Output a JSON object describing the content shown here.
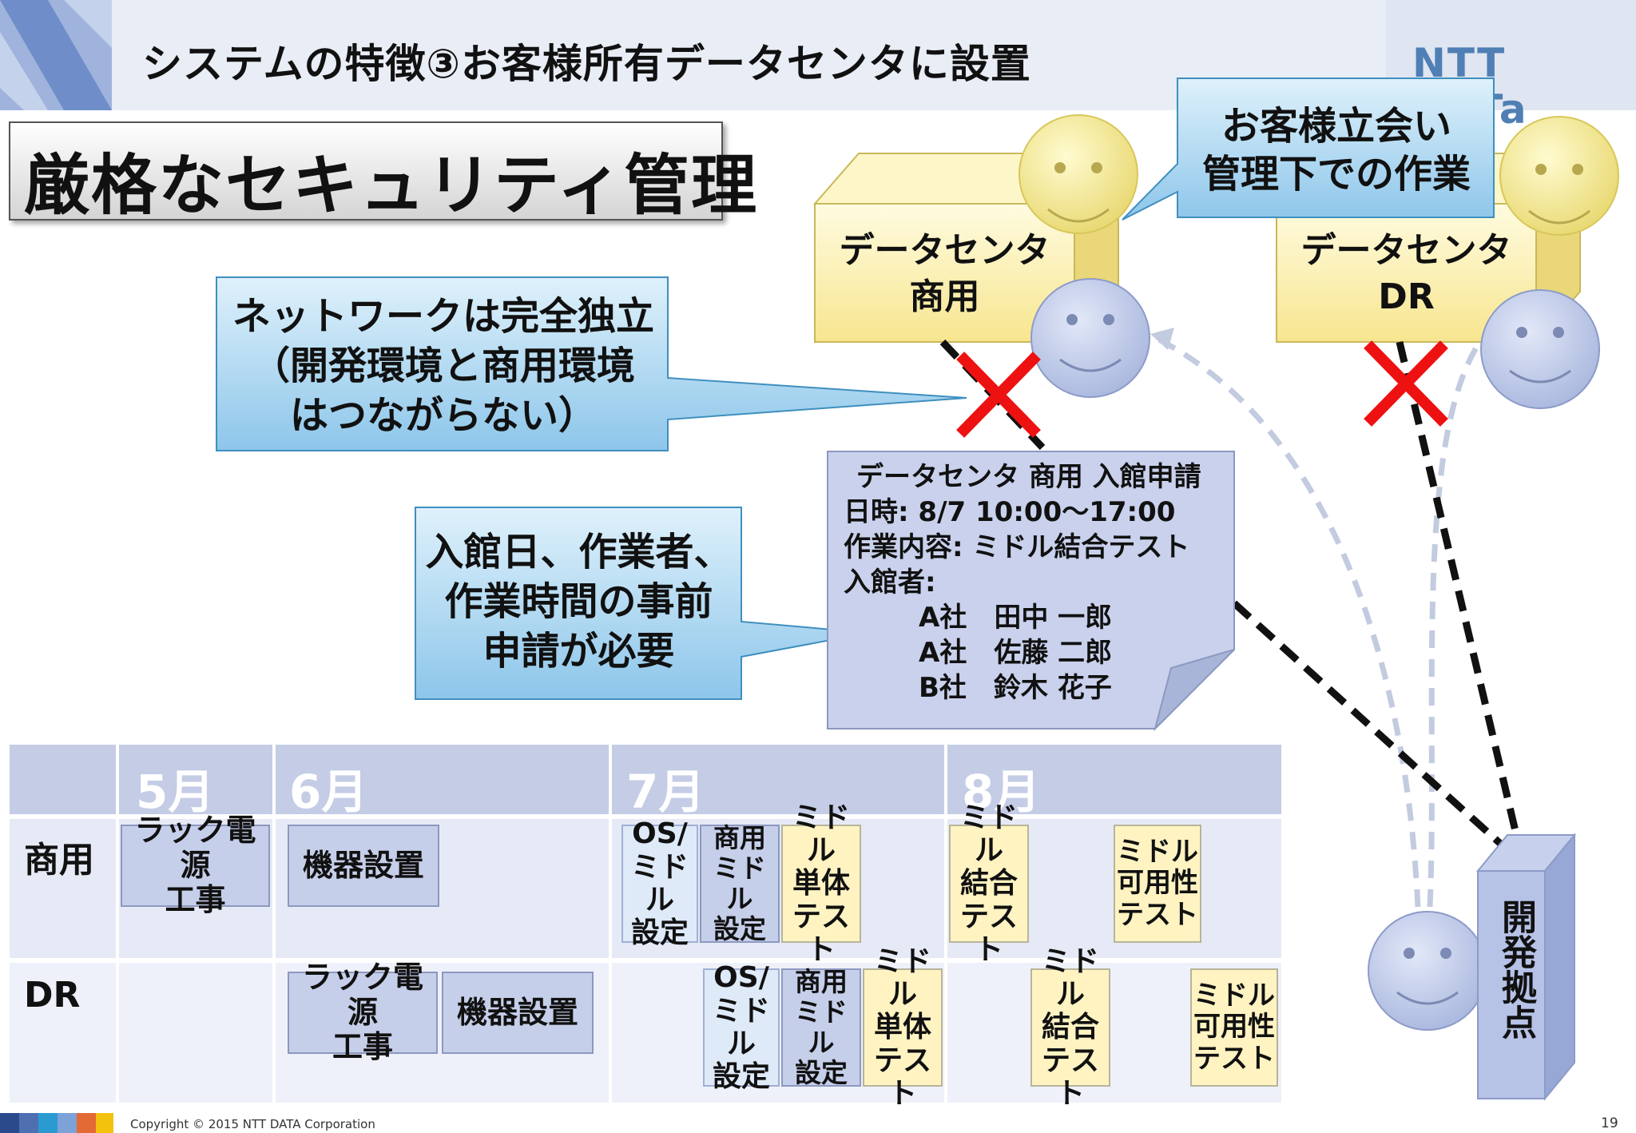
{
  "header": {
    "title": "システムの特徴③お客様所有データセンタに設置",
    "logo": "NTT DaTa"
  },
  "main_title": "厳格なセキュリティ管理",
  "datacenters": {
    "commercial": {
      "line1": "データセンタ",
      "line2": "商用"
    },
    "dr": {
      "line1": "データセンタ",
      "line2": "DR"
    }
  },
  "callouts": {
    "witness": {
      "line1": "お客様立会い",
      "line2": "管理下での作業"
    },
    "network": {
      "line1": "ネットワークは完全独立",
      "line2": "（開発環境と商用環境",
      "line3": "はつながらない）"
    },
    "prior": {
      "line1": "入館日、作業者、",
      "line2": "作業時間の事前",
      "line3": "申請が必要"
    }
  },
  "application": {
    "title": "データセンタ 商用 入館申請",
    "date": "日時: 8/7 10:00～17:00",
    "work": "作業内容: ミドル結合テスト",
    "visitors_label": "入館者:",
    "visitors": [
      "A社　田中 一郎",
      "A社　佐藤 二郎",
      "B社　鈴木 花子"
    ]
  },
  "dev_site": "開発拠点",
  "timeline": {
    "months": [
      "5月",
      "6月",
      "7月",
      "8月"
    ],
    "rows": {
      "commercial": {
        "label": "商用",
        "items": {
          "rack": "ラック電源\n工事",
          "equip": "機器設置",
          "os": "OS/\nミドル\n設定",
          "setup": "商用\nミドル\n設定",
          "unit": "ミドル\n単体\nテスト",
          "integ": "ミドル\n結合\nテスト",
          "avail": "ミドル\n可用性\nテスト"
        }
      },
      "dr": {
        "label": "DR",
        "items": {
          "rack": "ラック電源\n工事",
          "equip": "機器設置",
          "os": "OS/\nミドル\n設定",
          "setup": "商用\nミドル\n設定",
          "unit": "ミドル\n単体\nテスト",
          "integ": "ミドル\n結合\nテスト",
          "avail": "ミドル\n可用性\nテスト"
        }
      }
    }
  },
  "footer": {
    "copyright": "Copyright © 2015 NTT DATA Corporation",
    "page": "19"
  },
  "colors": {
    "header_bg": "#dfe5f1",
    "callout_blue": "#a9d4ef",
    "datacenter_yellow": "#fbf0a9",
    "cross_red": "#ee1111",
    "table_header": "#c4cce6",
    "item_blue": "#c6cfea",
    "item_yellow": "#fff3c2"
  }
}
